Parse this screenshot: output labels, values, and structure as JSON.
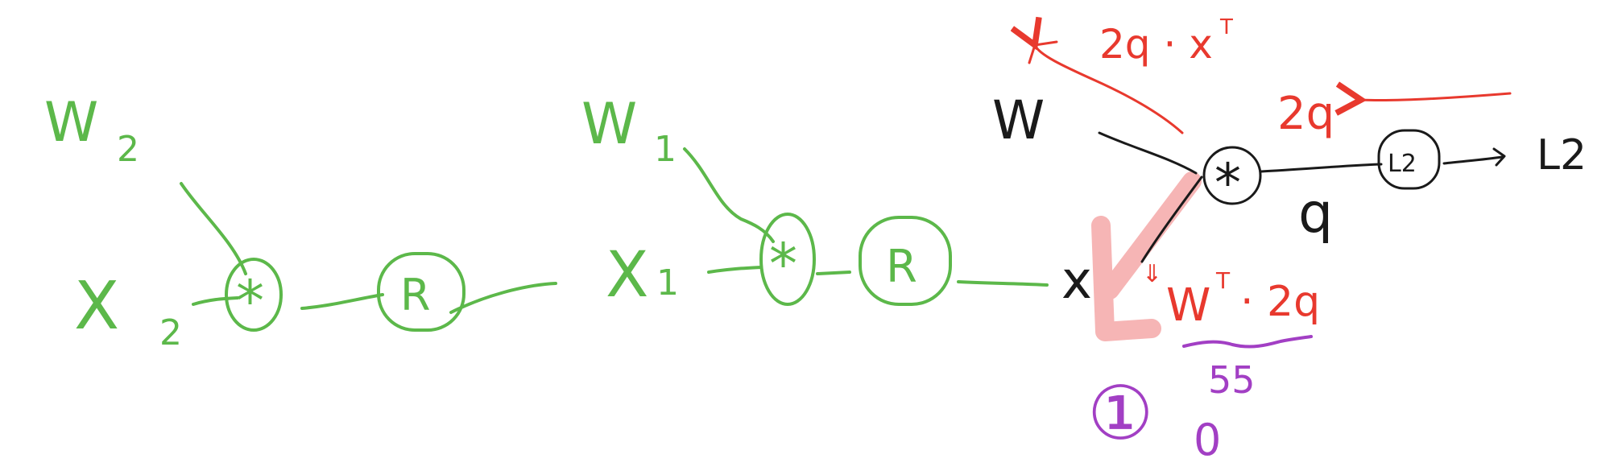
{
  "diagram": {
    "colors": {
      "forward": "#5cb84a",
      "local": "#1a1a1a",
      "gradient": "#e8392e",
      "highlight": "#f4a3a3",
      "note": "#a23fc4"
    },
    "left_block": {
      "weight_label": "W",
      "weight_subscript": "2",
      "input_label": "X",
      "input_subscript": "2",
      "multiply_symbol": "*",
      "relu_label": "R"
    },
    "middle_block": {
      "weight_label": "W",
      "weight_subscript": "1",
      "input_label": "X",
      "input_subscript": "1",
      "multiply_symbol": "*",
      "relu_label": "R"
    },
    "local_graph": {
      "weight_label": "W",
      "input_label": "x",
      "multiply_symbol": "*",
      "loss_node_label": "L2",
      "output_label": "L2",
      "intermediate_label": "q"
    },
    "gradients": {
      "upstream": "2q",
      "to_weight": "2q · x",
      "to_weight_superscript": "T",
      "to_input": "W",
      "to_input_superscript": "T",
      "to_input_rest": "· 2q",
      "arrow_mark": "⇓"
    },
    "notes": {
      "circle_mark": "①",
      "dims": "55",
      "zero": "0"
    }
  }
}
